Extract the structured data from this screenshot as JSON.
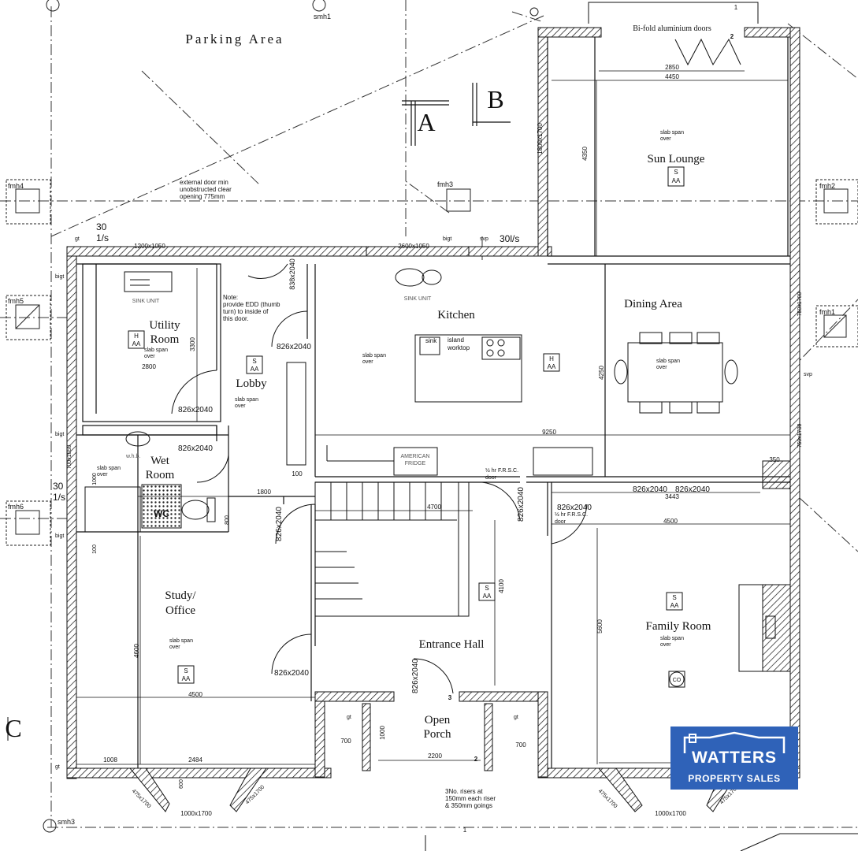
{
  "rooms": {
    "parking_area": "Parking Area",
    "sun_lounge": "Sun Lounge",
    "dining_area": "Dining Area",
    "kitchen": "Kitchen",
    "utility_room": "Utility Room",
    "lobby": "Lobby",
    "wet_room": "Wet Room",
    "study_office_1": "Study/",
    "study_office_2": "Office",
    "entrance_hall": "Entrance Hall",
    "family_room": "Family Room",
    "open_porch_1": "Open",
    "open_porch_2": "Porch",
    "wc": "WC",
    "utility_room_1": "Utility",
    "utility_room_2": "Room",
    "wet_room_1": "Wet",
    "wet_room_2": "Room"
  },
  "sections": {
    "a": "A",
    "b": "B",
    "c": "C"
  },
  "notes": {
    "bifold": "Bi-fold aluminium doors",
    "ext_door_1": "external door min",
    "ext_door_2": "unobstructed clear",
    "ext_door_3": "opening 775mm",
    "edd_1": "Note:",
    "edd_2": "provide EDD (thumb",
    "edd_3": "turn) to inside of",
    "edd_4": "this door.",
    "risers_1": "3No. risers at",
    "risers_2": "150mm each riser",
    "risers_3": "& 350mm goings",
    "slab_1": "slab span",
    "slab_2": "over",
    "sink_unit": "SINK UNIT",
    "sink": "sink",
    "island_1": "island",
    "island_2": "worktop",
    "american_1": "AMERICAN",
    "american_2": "FRIDGE",
    "frsc_1": "½ hr F.R.S.C.",
    "frsc_2": "door",
    "whb": "w.h.b."
  },
  "manholes": {
    "smh1": "smh1",
    "smh3": "smh3",
    "fmh1": "fmh1",
    "fmh2": "fmh2",
    "fmh3": "fmh3",
    "fmh4": "fmh4",
    "fmh5": "fmh5",
    "fmh6": "fmh6",
    "svp": "svp",
    "gt": "gt",
    "bigt": "bigt"
  },
  "dimensions": {
    "d1200x1050": "1200x1050",
    "d2600x1050": "2600x1050",
    "d826x2040": "826x2040",
    "d838x2040": "838x2040",
    "d30": "30",
    "d1s": "1/s",
    "d30ls": "30l/s",
    "d2850": "2850",
    "d4450": "4450",
    "d4350": "4350",
    "d1800x1700": "1800x1700",
    "d750x1700": "750x1700",
    "d9250": "9250",
    "d4250": "4250",
    "d3300": "3300",
    "d2800": "2800",
    "d1800": "1800",
    "d4700": "4700",
    "d4100": "4100",
    "d4500": "4500",
    "d3443": "3443",
    "d5600": "5600",
    "d4600": "4600",
    "d2200": "2200",
    "d700": "700",
    "d1000": "1000",
    "d1008": "1008",
    "d2484": "2484",
    "d1000x1700": "1000x1700",
    "d475x1700": "475x1700",
    "d350": "350",
    "d100": "100",
    "d800": "800",
    "d600": "600",
    "d700x1050": "700x1050"
  },
  "symbols": {
    "s": "S",
    "h": "H",
    "aa": "AA",
    "co": "CO",
    "grid1": "1",
    "grid2": "2",
    "grid3": "3"
  },
  "logo": {
    "line1": "WATTERS",
    "line2": "PROPERTY SALES",
    "color": "#2f62b8"
  }
}
